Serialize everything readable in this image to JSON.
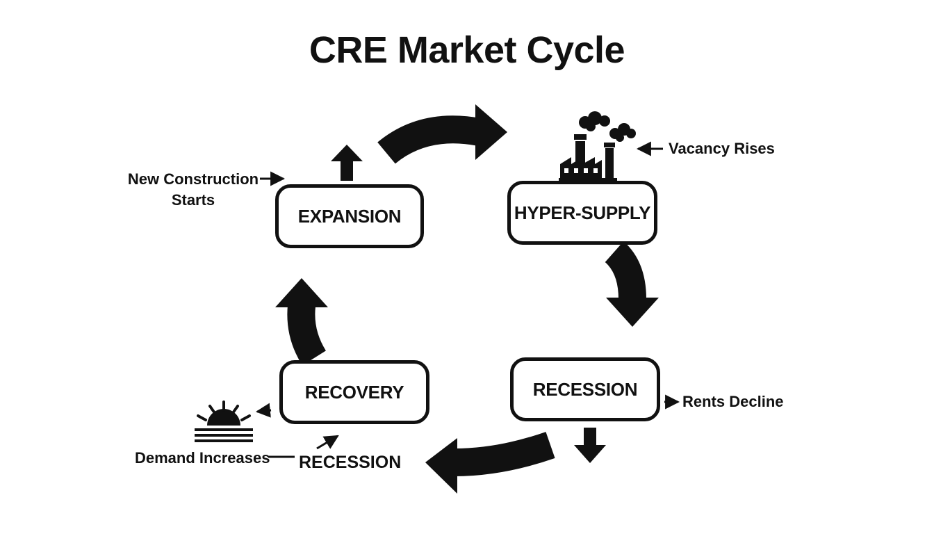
{
  "title": "CRE Market Cycle",
  "phases": {
    "expansion": "EXPANSION",
    "hyper_supply": "HYPER-SUPPLY",
    "recession": "RECESSION",
    "recovery": "RECOVERY"
  },
  "annotations": {
    "new_construction_line1": "New Construction",
    "new_construction_line2": "Starts",
    "vacancy_rises": "Vacancy Rises",
    "rents_decline": "Rents Decline",
    "demand_increases": "Demand Increases",
    "recession_label": "RECESSION"
  },
  "icons": [
    "factory-icon",
    "sunrise-icon"
  ],
  "colors": {
    "ink": "#111111",
    "background": "#ffffff"
  }
}
